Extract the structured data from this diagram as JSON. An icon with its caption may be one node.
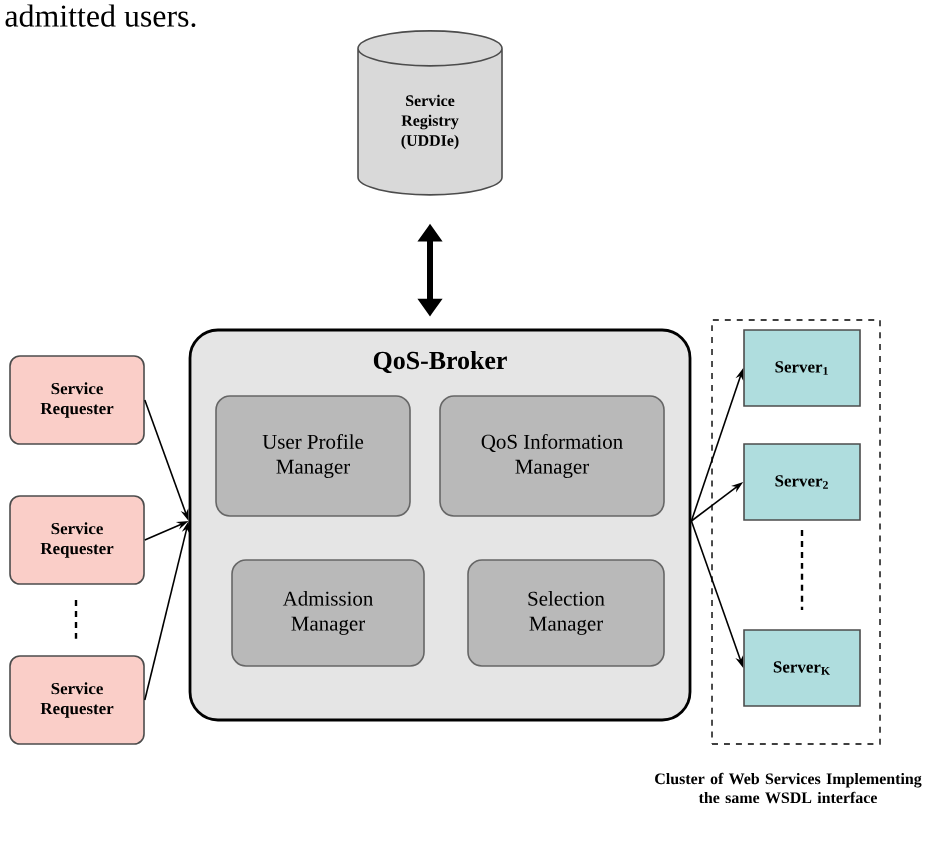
{
  "diagram": {
    "nodes": [
      {
        "text": [
          "Service Registry (UDDIe)"
        ]
      },
      {
        "text": [
          "QoS-Broker"
        ]
      },
      {
        "text": [
          "User Profile Manager"
        ],
        "in": 1
      },
      {
        "text": [
          "QoS Information Manager"
        ],
        "in": 1
      },
      {
        "text": [
          "Admission Manager"
        ],
        "in": 1
      },
      {
        "text": [
          "Selection Manager"
        ],
        "in": 1
      },
      {
        "text": [
          "Service Requester"
        ]
      },
      {
        "text": [
          "Service Requester"
        ]
      },
      {
        "text": [
          "Service Requester"
        ]
      },
      {
        "text": [],
        "shape": "box",
        "beside": [
          "Cluster of Web Services Implementing the same WSDL interface"
        ]
      },
      {
        "text": [
          "Server$_{1}$"
        ],
        "in": 9
      },
      {
        "text": [
          "Server$_{2}$"
        ],
        "in": 9
      },
      {
        "text": [
          "Server$_{K}$"
        ],
        "in": 9
      }
    ],
    "edges": [
      {
        "from": 0,
        "to": 1,
        "arrow": "both",
        "style": "thick"
      },
      {
        "from": 6,
        "to": 1,
        "arrow": "to"
      },
      {
        "from": 7,
        "to": 1,
        "arrow": "to"
      },
      {
        "from": 8,
        "to": 1,
        "arrow": "to"
      },
      {
        "from": 1,
        "to": 10,
        "arrow": "to"
      },
      {
        "from": 1,
        "to": 11,
        "arrow": "to"
      },
      {
        "from": 1,
        "to": 12,
        "arrow": "to"
      }
    ],
    "labels": [
      "admitted users."
    ]
  }
}
